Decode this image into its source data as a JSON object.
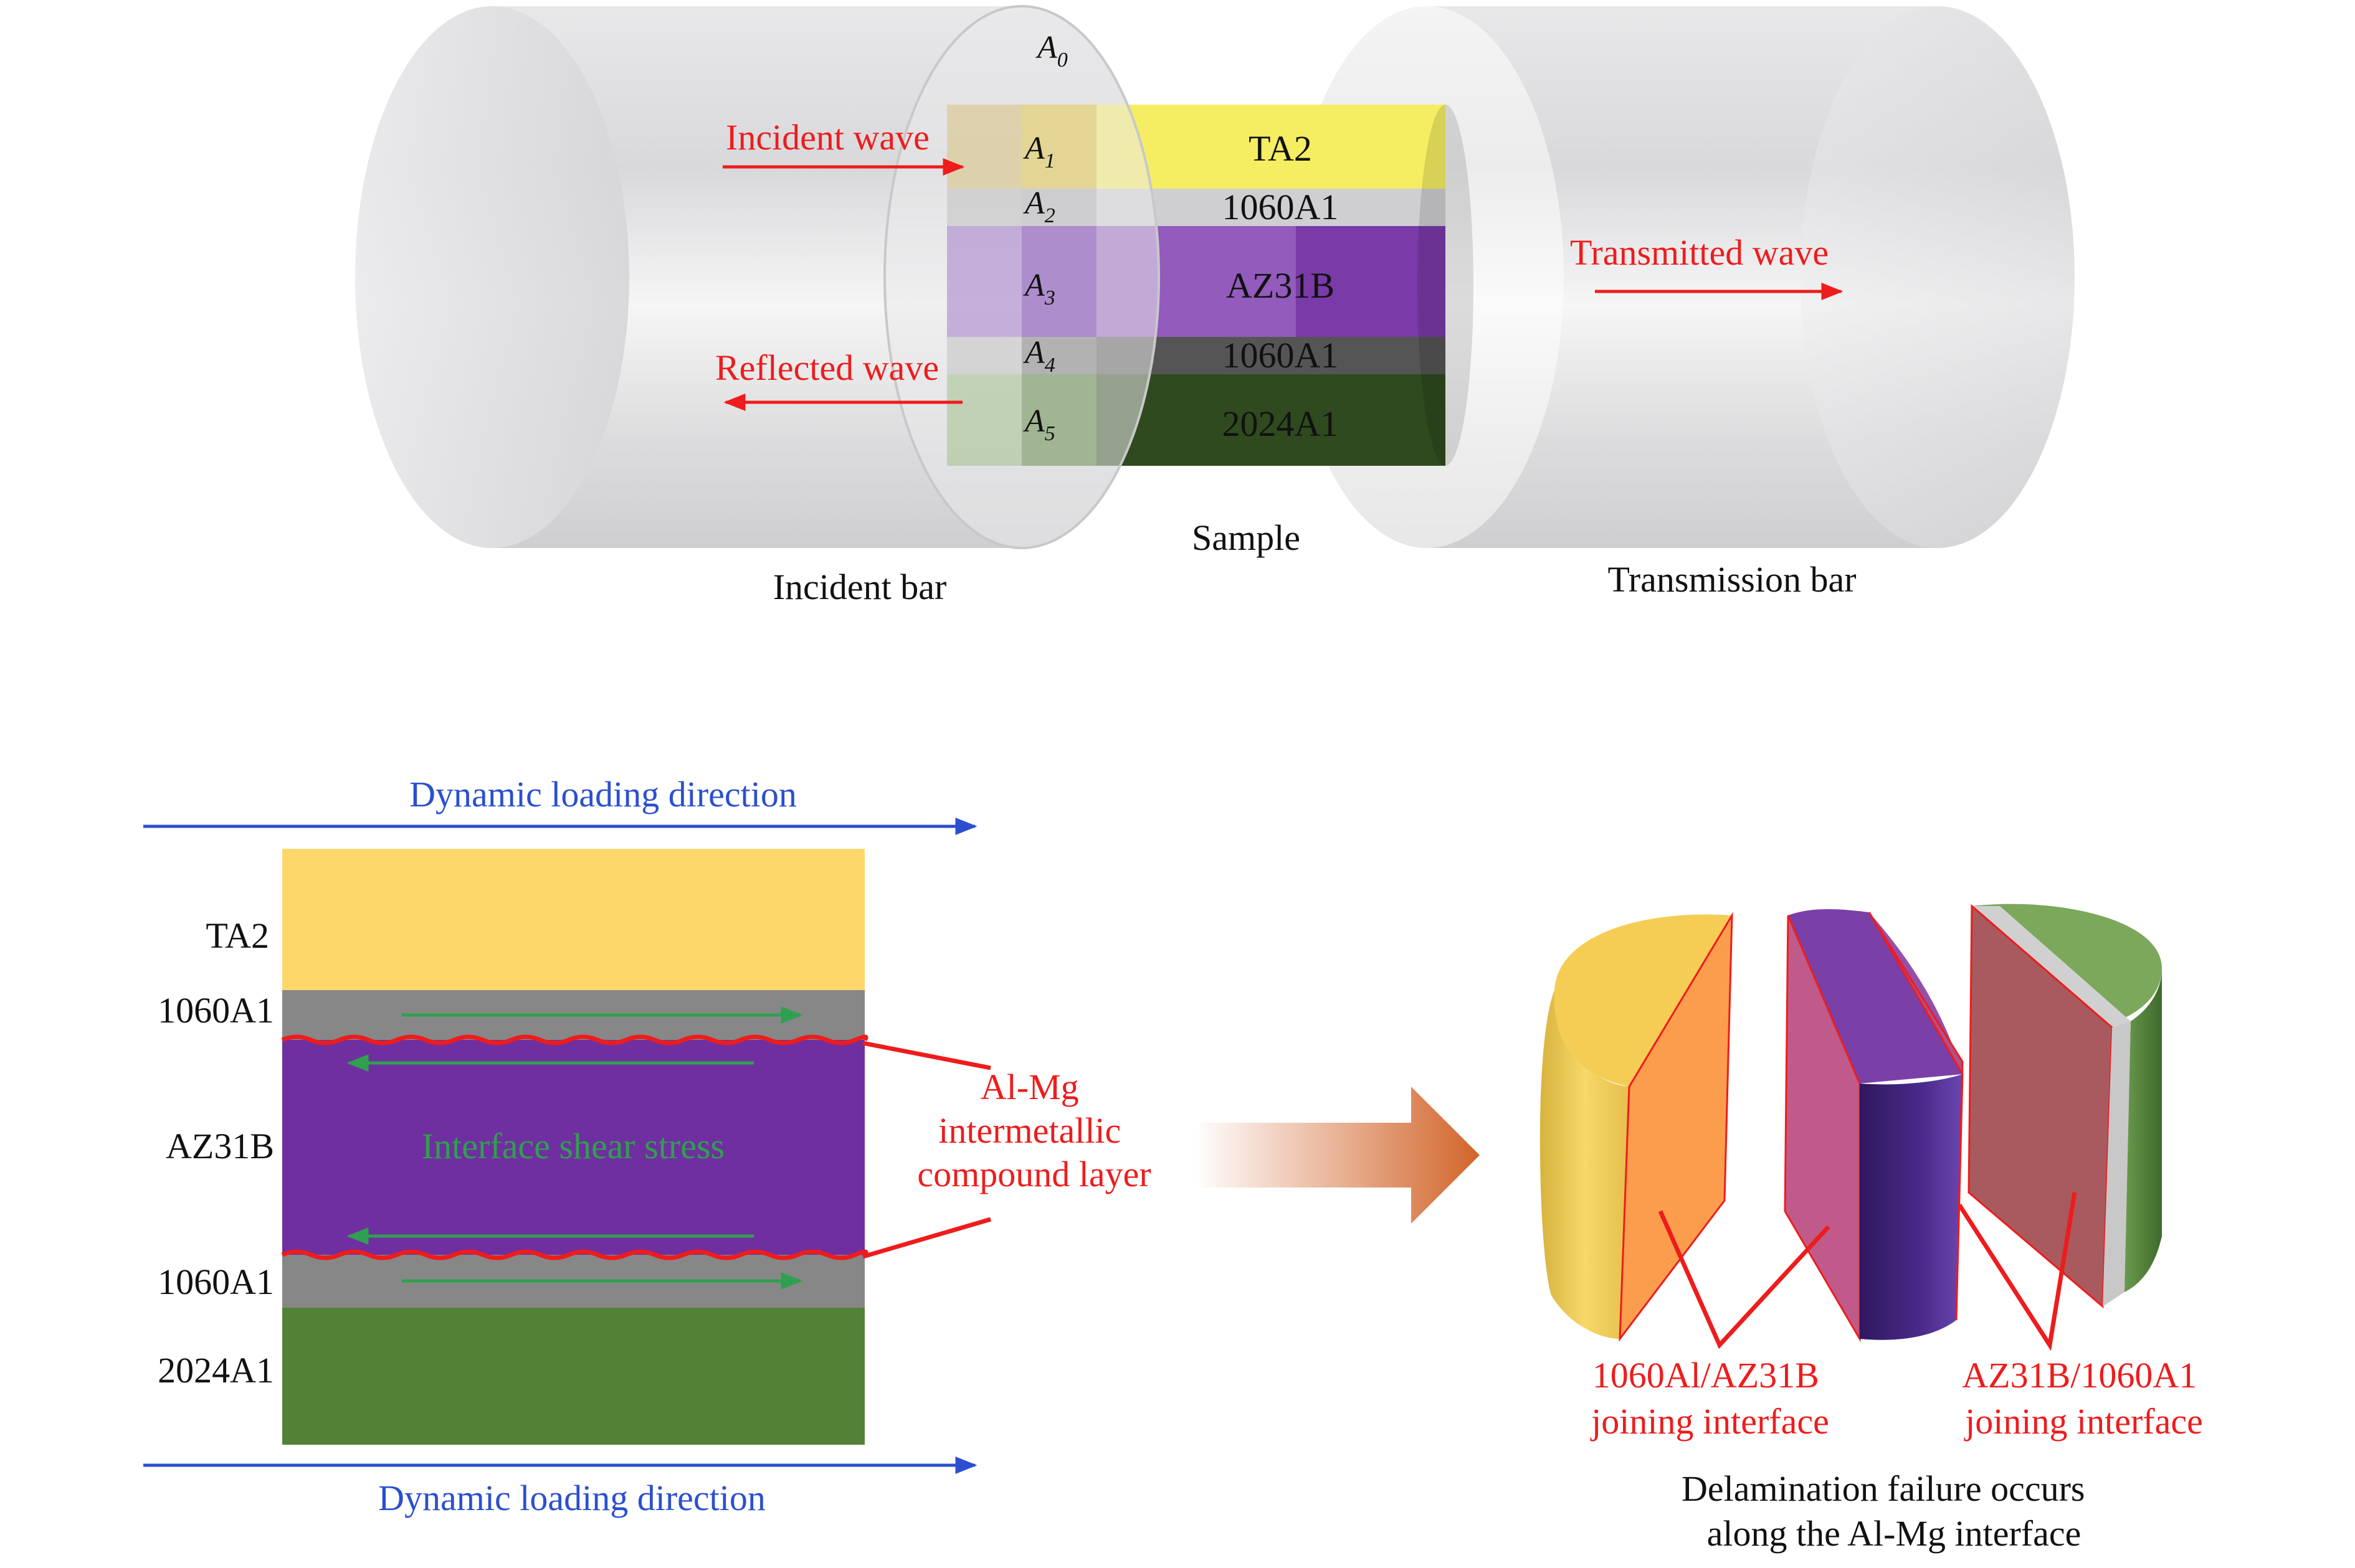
{
  "colors": {
    "ta2": "#f9d86a",
    "al1060": "#8a8a8a",
    "az31b": "#6f2fa0",
    "al2024": "#538135",
    "red_label": "#ee1c1c",
    "blue_label": "#2b4fd0",
    "green_label": "#2fa04f",
    "arrow_orange": "#d2642a"
  },
  "setup": {
    "incident_bar": "Incident bar",
    "transmission_bar": "Transmission bar",
    "sample": "Sample",
    "incident_wave": "Incident wave",
    "reflected_wave": "Reflected wave",
    "transmitted_wave": "Transmitted wave",
    "areas": [
      {
        "base": "A",
        "sub": "0"
      },
      {
        "base": "A",
        "sub": "1"
      },
      {
        "base": "A",
        "sub": "2"
      },
      {
        "base": "A",
        "sub": "3"
      },
      {
        "base": "A",
        "sub": "4"
      },
      {
        "base": "A",
        "sub": "5"
      }
    ],
    "layers": [
      "TA2",
      "1060A1",
      "AZ31B",
      "1060A1",
      "2024A1"
    ]
  },
  "cross_section": {
    "loading_top": "Dynamic loading direction",
    "loading_bottom": "Dynamic loading direction",
    "layer_labels": [
      "TA2",
      "1060A1",
      "AZ31B",
      "1060A1",
      "2024A1"
    ],
    "shear_label": "Interface shear stress",
    "imc_label": [
      "Al-Mg",
      "intermetallic",
      "compound layer"
    ]
  },
  "failure": {
    "interface_left": [
      "1060Al/AZ31B",
      "joining interface"
    ],
    "interface_right": [
      "AZ31B/1060A1",
      "joining interface"
    ],
    "caption": [
      "Delamination failure occurs",
      "along the Al-Mg interface"
    ]
  }
}
